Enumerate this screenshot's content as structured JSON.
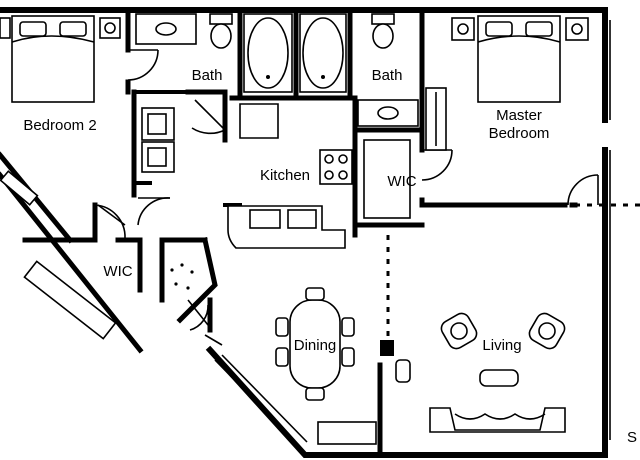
{
  "rooms": {
    "bedroom2": "Bedroom 2",
    "bath_left": "Bath",
    "bath_right": "Bath",
    "master_line1": "Master",
    "master_line2": "Bedroom",
    "kitchen": "Kitchen",
    "wic_left": "WIC",
    "wic_right": "WIC",
    "dining": "Dining",
    "living": "Living",
    "edge_fragment": "S"
  }
}
